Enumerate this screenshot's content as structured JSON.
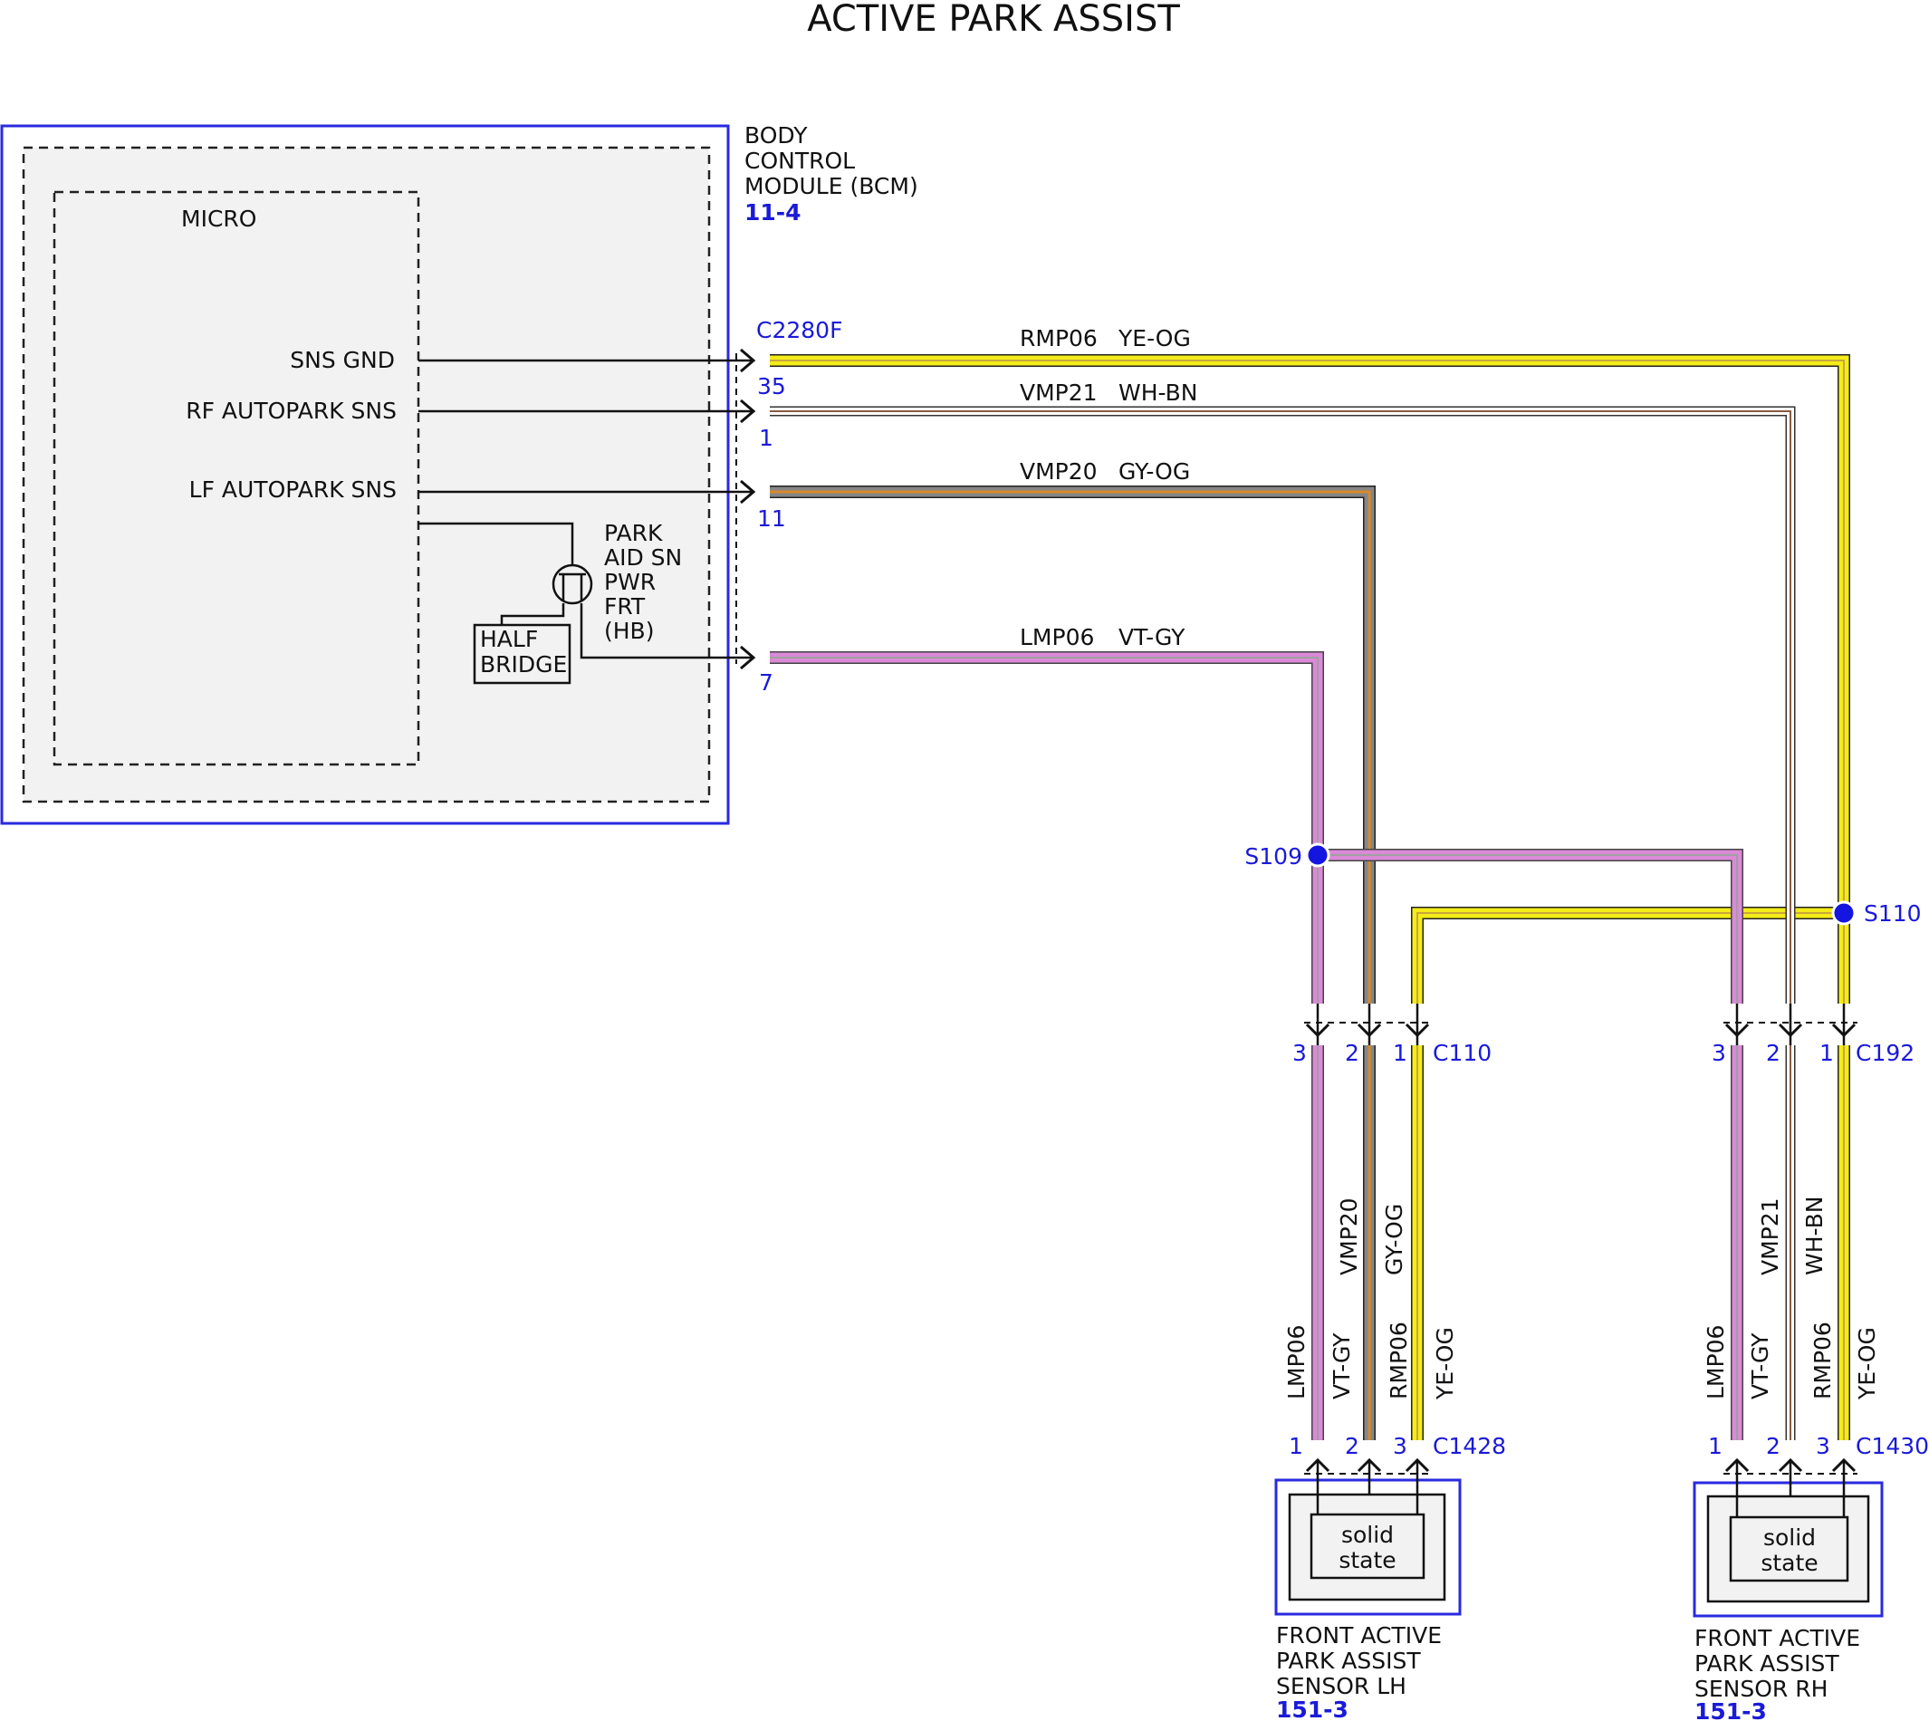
{
  "title": "ACTIVE PARK ASSIST",
  "bcm": {
    "name_lines": [
      "BODY",
      "CONTROL",
      "MODULE (BCM)"
    ],
    "ref": "11-4",
    "micro_label": "MICRO",
    "connector": "C2280F",
    "pins": [
      {
        "label": "SNS GND",
        "pin": "35"
      },
      {
        "label": "RF AUTOPARK SNS",
        "pin": "1"
      },
      {
        "label": "LF AUTOPARK SNS",
        "pin": "11"
      },
      {
        "label": "",
        "pin": "7"
      }
    ],
    "switch_label_lines": [
      "PARK",
      "AID SN",
      "PWR",
      "FRT",
      "(HB)"
    ],
    "half_bridge_lines": [
      "HALF",
      "BRIDGE"
    ]
  },
  "circuits": [
    {
      "circuit": "RMP06",
      "color_code": "YE-OG",
      "color": "#f2ea16",
      "stripe": "#c8a23a"
    },
    {
      "circuit": "VMP21",
      "color_code": "WH-BN",
      "color": "#ffffff",
      "stripe": "#8a5a40"
    },
    {
      "circuit": "VMP20",
      "color_code": "GY-OG",
      "color": "#8a8a8a",
      "stripe": "#d88a2a"
    },
    {
      "circuit": "LMP06",
      "color_code": "VT-GY",
      "color": "#d98ad6",
      "stripe": "#a0a0a0"
    }
  ],
  "splices": [
    {
      "id": "S109",
      "color": "#1515e0"
    },
    {
      "id": "S110",
      "color": "#1515e0"
    }
  ],
  "inline_connectors": [
    {
      "id": "C110",
      "pins": [
        "3",
        "2",
        "1"
      ]
    },
    {
      "id": "C192",
      "pins": [
        "3",
        "2",
        "1"
      ]
    }
  ],
  "sensors": [
    {
      "name_lines": [
        "FRONT ACTIVE",
        "PARK ASSIST",
        "SENSOR LH"
      ],
      "ref": "151-3",
      "connector": "C1428",
      "pins": [
        "1",
        "2",
        "3"
      ],
      "inner_lines": [
        "solid",
        "state"
      ],
      "wires": [
        {
          "circuit": "LMP06",
          "color_code": "VT-GY"
        },
        {
          "circuit": "VMP20",
          "color_code": "GY-OG"
        },
        {
          "circuit": "RMP06",
          "color_code": "YE-OG"
        }
      ]
    },
    {
      "name_lines": [
        "FRONT ACTIVE",
        "PARK ASSIST",
        "SENSOR RH"
      ],
      "ref": "151-3",
      "connector": "C1430",
      "pins": [
        "1",
        "2",
        "3"
      ],
      "inner_lines": [
        "solid",
        "state"
      ],
      "wires": [
        {
          "circuit": "LMP06",
          "color_code": "VT-GY"
        },
        {
          "circuit": "VMP21",
          "color_code": "WH-BN"
        },
        {
          "circuit": "RMP06",
          "color_code": "YE-OG"
        }
      ]
    }
  ]
}
